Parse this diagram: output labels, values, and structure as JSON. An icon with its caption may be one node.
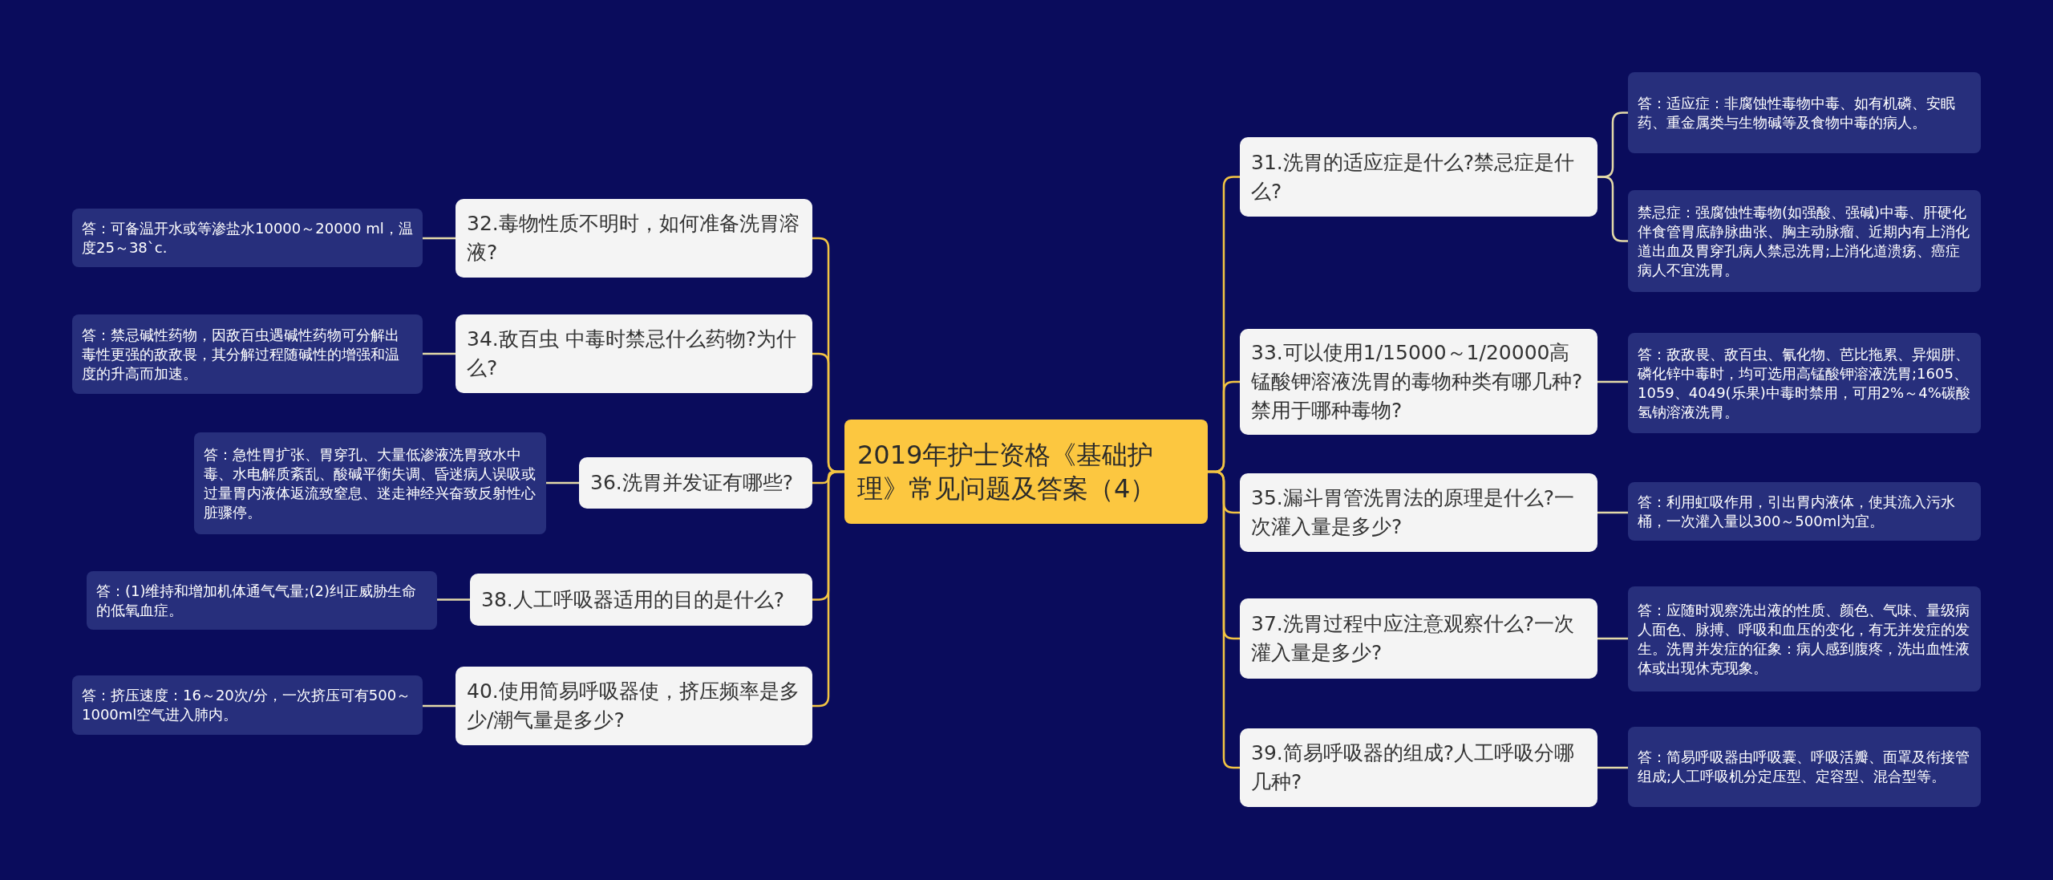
{
  "diagram": {
    "nodes": [
      {
        "text": [
          "2019年护士资格《基础护理》常见问题及答案（4）"
        ]
      },
      {
        "text": [
          "32.毒物性质不明时，如何准备洗胃溶液?"
        ]
      },
      {
        "text": [
          "答：可备温开水或等渗盐水10000～20000 ml，温度25～38`c."
        ]
      },
      {
        "text": [
          "34.敌百虫 中毒时禁忌什么药物?为什么?"
        ]
      },
      {
        "text": [
          "答：禁忌碱性药物，因敌百虫遇碱性药物可分解出毒性更强的敌敌畏，其分解过程随碱性的增强和温度的升高而加速。"
        ]
      },
      {
        "text": [
          "36.洗胃并发证有哪些?"
        ]
      },
      {
        "text": [
          "答：急性胃扩张、胃穿孔、大量低渗液洗胃致水中毒、水电解质紊乱、酸碱平衡失调、昏迷病人误吸或过量胃内液体返流致窒息、迷走神经兴奋致反射性心脏骤停。"
        ]
      },
      {
        "text": [
          "38.人工呼吸器适用的目的是什么?"
        ]
      },
      {
        "text": [
          "答：(1)维持和增加机体通气气量;(2)纠正威胁生命的低氧血症。"
        ]
      },
      {
        "text": [
          "40.使用简易呼吸器使，挤压频率是多少/潮气量是多少?"
        ]
      },
      {
        "text": [
          "答：挤压速度：16～20次/分，一次挤压可有500～1000ml空气进入肺内。"
        ]
      },
      {
        "text": [
          "31.洗胃的适应症是什么?禁忌症是什么?"
        ]
      },
      {
        "text": [
          "答：适应症：非腐蚀性毒物中毒、如有机磷、安眠药、重金属类与生物碱等及食物中毒的病人。"
        ]
      },
      {
        "text": [
          "禁忌症：强腐蚀性毒物(如强酸、强碱)中毒、肝硬化伴食管胃底静脉曲张、胸主动脉瘤、近期内有上消化道出血及胃穿孔病人禁忌洗胃;上消化道溃疡、癌症病人不宜洗胃。"
        ]
      },
      {
        "text": [
          "33.可以使用1/15000～1/20000高锰酸钾溶液洗胃的毒物种类有哪几种?禁用于哪种毒物?"
        ]
      },
      {
        "text": [
          "答：敌敌畏、敌百虫、氰化物、芭比拖累、异烟肼、磷化锌中毒时，均可选用高锰酸钾溶液洗胃;1605、1059、4049(乐果)中毒时禁用，可用2%～4%碳酸氢钠溶液洗胃。"
        ]
      },
      {
        "text": [
          "35.漏斗胃管洗胃法的原理是什么?一次灌入量是多少?"
        ]
      },
      {
        "text": [
          "答：利用虹吸作用，引出胃内液体，使其流入污水桶，一次灌入量以300～500ml为宜。"
        ]
      },
      {
        "text": [
          "37.洗胃过程中应注意观察什么?一次灌入量是多少?"
        ]
      },
      {
        "text": [
          "答：应随时观察洗出液的性质、颜色、气味、量级病人面色、脉搏、呼吸和血压的变化，有无并发症的发生。洗胃并发症的征象：病人感到腹疼，洗出血性液体或出现休克现象。"
        ]
      },
      {
        "text": [
          "39.简易呼吸器的组成?人工呼吸分哪几种?"
        ]
      },
      {
        "text": [
          "答：简易呼吸器由呼吸囊、呼吸活瓣、面罩及衔接管组成;人工呼吸机分定压型、定容型、混合型等。"
        ]
      }
    ],
    "edges": [
      {
        "from": 0,
        "to": 1,
        "arrow": "none",
        "color": "#f2c443"
      },
      {
        "from": 0,
        "to": 3,
        "arrow": "none",
        "color": "#f2c443"
      },
      {
        "from": 0,
        "to": 5,
        "arrow": "none",
        "color": "#f2c443"
      },
      {
        "from": 0,
        "to": 7,
        "arrow": "none",
        "color": "#f2c443"
      },
      {
        "from": 0,
        "to": 9,
        "arrow": "none",
        "color": "#f2c443"
      },
      {
        "from": 0,
        "to": 11,
        "arrow": "none",
        "color": "#f2c443"
      },
      {
        "from": 0,
        "to": 14,
        "arrow": "none",
        "color": "#f2c443"
      },
      {
        "from": 0,
        "to": 16,
        "arrow": "none",
        "color": "#f2c443"
      },
      {
        "from": 0,
        "to": 18,
        "arrow": "none",
        "color": "#f2c443"
      },
      {
        "from": 0,
        "to": 20,
        "arrow": "none",
        "color": "#f2c443"
      },
      {
        "from": 1,
        "to": 2,
        "arrow": "none"
      },
      {
        "from": 3,
        "to": 4,
        "arrow": "none"
      },
      {
        "from": 5,
        "to": 6,
        "arrow": "none"
      },
      {
        "from": 7,
        "to": 8,
        "arrow": "none"
      },
      {
        "from": 9,
        "to": 10,
        "arrow": "none"
      },
      {
        "from": 11,
        "to": 12,
        "arrow": "none"
      },
      {
        "from": 11,
        "to": 13,
        "arrow": "none"
      },
      {
        "from": 14,
        "to": 15,
        "arrow": "none"
      },
      {
        "from": 16,
        "to": 17,
        "arrow": "none"
      },
      {
        "from": 18,
        "to": 19,
        "arrow": "none"
      },
      {
        "from": 20,
        "to": 21,
        "arrow": "none"
      }
    ]
  }
}
